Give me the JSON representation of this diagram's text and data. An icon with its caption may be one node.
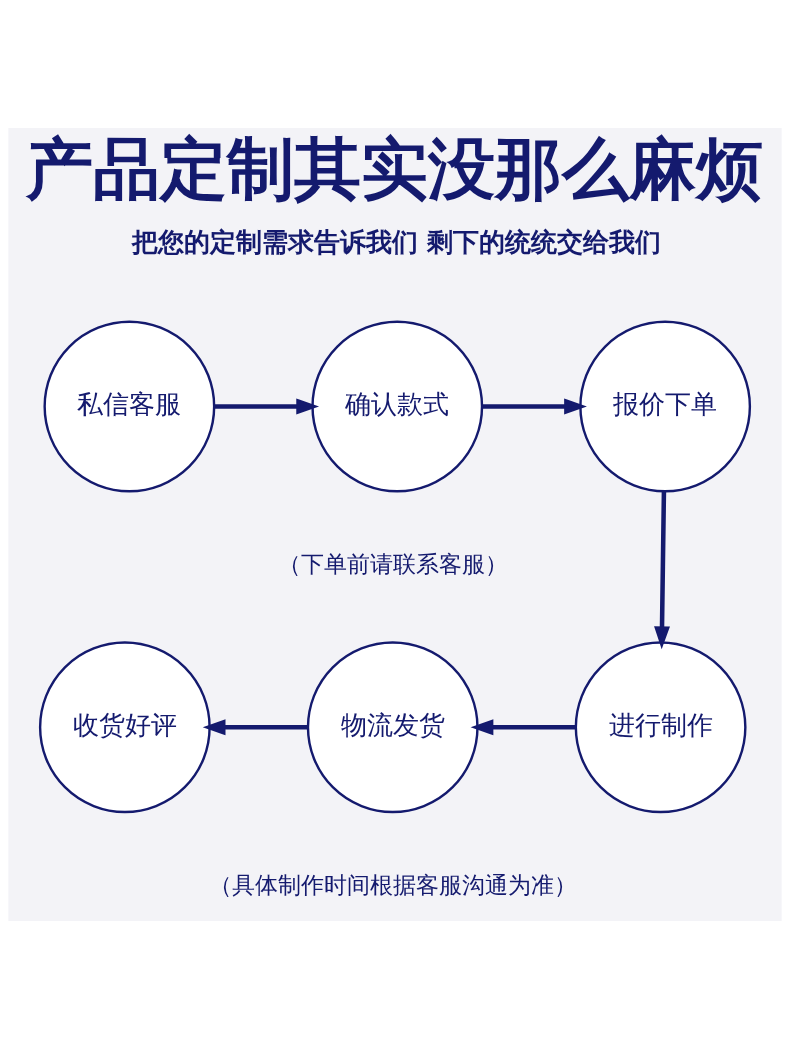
{
  "diagram": {
    "title": "产品定制其实没那么麻烦",
    "nodes": [
      {
        "text": [
          "私信客服"
        ]
      },
      {
        "text": [
          "确认款式"
        ]
      },
      {
        "text": [
          "报价下单"
        ]
      },
      {
        "text": [
          "收货好评"
        ]
      },
      {
        "text": [
          "物流发货"
        ]
      },
      {
        "text": [
          "进行制作"
        ]
      }
    ],
    "edges": [
      {
        "from": 0,
        "to": 1,
        "arrow": "to"
      },
      {
        "from": 1,
        "to": 2,
        "arrow": "to"
      },
      {
        "from": 2,
        "to": 5,
        "arrow": "to"
      },
      {
        "from": 5,
        "to": 4,
        "arrow": "to"
      },
      {
        "from": 4,
        "to": 3,
        "arrow": "to"
      }
    ],
    "labels": [
      "把您的定制需求告诉我们 剩下的统统交给我们",
      "（下单前请联系客服）",
      "（具体制作时间根据客服沟通为准）"
    ]
  }
}
